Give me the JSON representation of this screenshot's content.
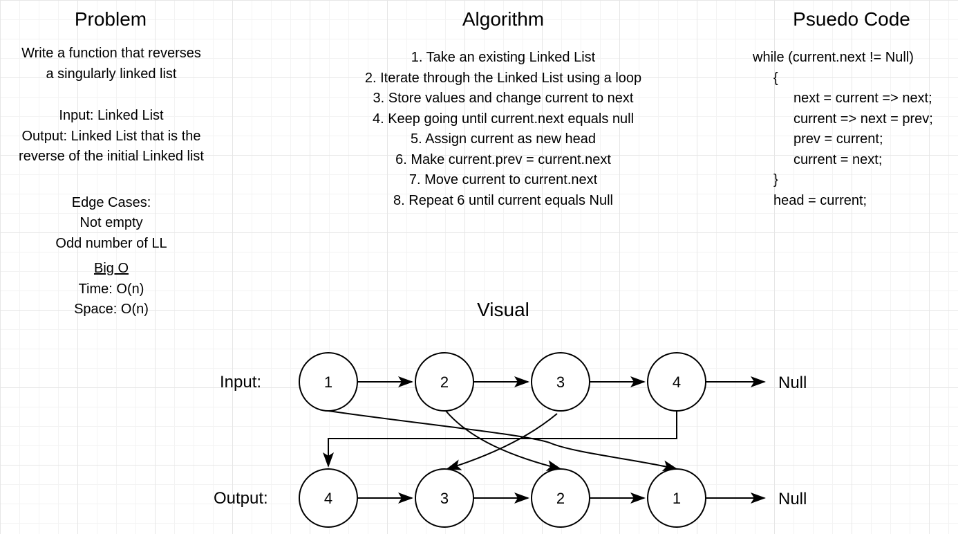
{
  "problem": {
    "heading": "Problem",
    "description": [
      "Write a function that reverses",
      "a singularly linked list"
    ],
    "io": [
      "Input: Linked List",
      "Output: Linked List that is the",
      "reverse of the initial Linked list"
    ],
    "edge_cases": [
      "Edge Cases:",
      "Not empty",
      "Odd number of LL"
    ],
    "big_o_title": "Big O",
    "big_o": [
      "Time: O(n)",
      "Space: O(n)"
    ]
  },
  "algorithm": {
    "heading": "Algorithm",
    "steps": [
      "1. Take an existing Linked List",
      "2. Iterate through the Linked List using a loop",
      "3. Store values and change current to next",
      "4. Keep going until current.next equals null",
      "5. Assign current as new head",
      "6. Make current.prev = current.next",
      "7. Move current to current.next",
      "8. Repeat 6 until current equals Null"
    ]
  },
  "pseudo": {
    "heading": "Psuedo Code",
    "lines": [
      "while (current.next != Null)",
      "{",
      "next = current => next;",
      "current => next = prev;",
      "prev = current;",
      "current = next;",
      "}",
      "head = current;"
    ]
  },
  "visual": {
    "heading": "Visual",
    "input_label": "Input:",
    "output_label": "Output:",
    "input_nodes": [
      "1",
      "2",
      "3",
      "4"
    ],
    "output_nodes": [
      "4",
      "3",
      "2",
      "1"
    ],
    "null_label": "Null"
  }
}
